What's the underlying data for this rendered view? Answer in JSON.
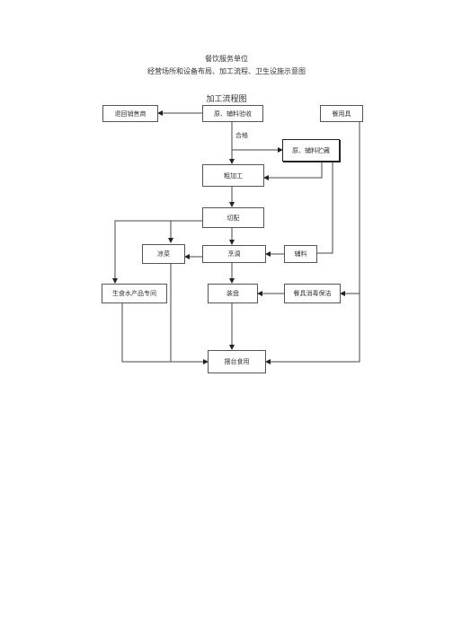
{
  "header": {
    "title": "餐饮服务单位",
    "subtitle": "经营场所和设备布局、加工流程、卫生设施示意图",
    "diagram_title": "加工流程图"
  },
  "nodes": {
    "return_vendor": "退回销售商",
    "raw_inspection": "原、辅料验收",
    "tableware": "餐用具",
    "raw_storage": "原、辅料贮藏",
    "rough_processing": "粗加工",
    "cutting": "切配",
    "cold_dish": "凉菜",
    "cooking": "烹调",
    "auxiliary": "辅料",
    "raw_seafood_room": "生食水产品专间",
    "plating": "装盘",
    "tableware_disinfection": "餐具消毒保洁",
    "serving": "摆台食用"
  },
  "edge_labels": {
    "qualified": "合格"
  }
}
